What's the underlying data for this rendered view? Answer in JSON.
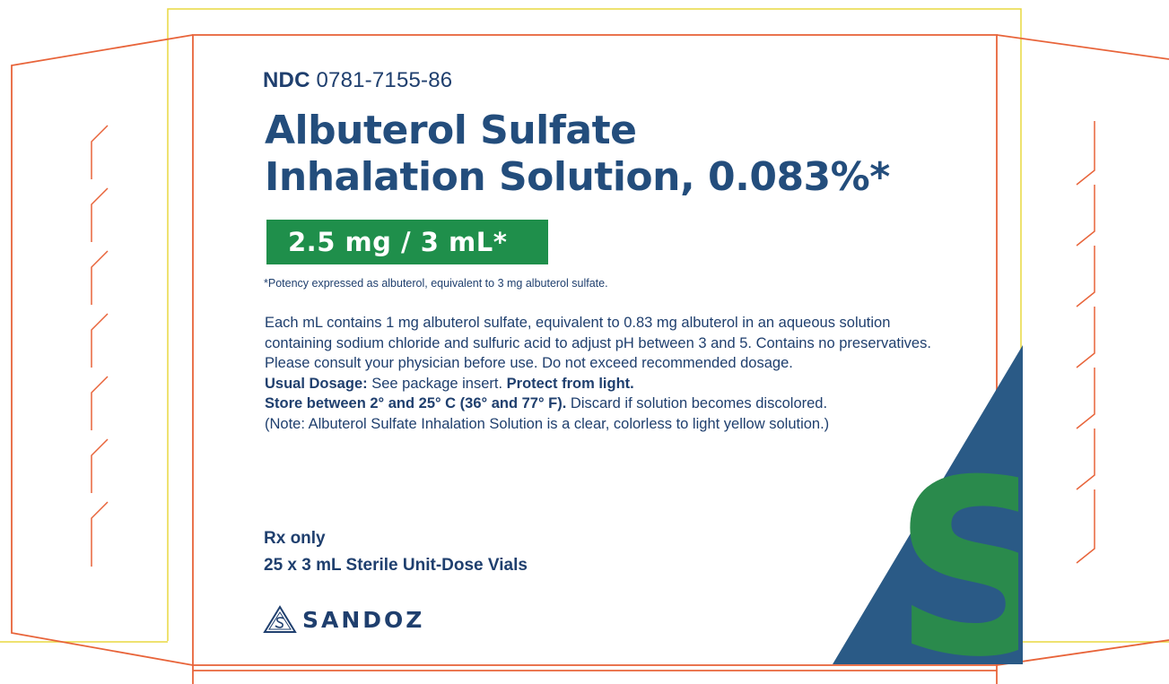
{
  "label": {
    "ndc_label": "NDC",
    "ndc_code": "0781-7155-86",
    "title_line1": "Albuterol Sulfate",
    "title_line2": "Inhalation Solution, 0.083%*",
    "strength": "2.5 mg / 3 mL*",
    "footnote": "*Potency expressed as albuterol, equivalent to 3 mg albuterol sulfate.",
    "composition": "Each mL contains 1 mg albuterol sulfate, equivalent to 0.83 mg albuterol in an aqueous solution containing sodium chloride and sulfuric acid to adjust pH between 3 and 5. Contains no preservatives.",
    "consult": "Please consult your physician before use. Do not exceed recommended dosage.",
    "usual_dosage_label": "Usual Dosage:",
    "usual_dosage_text": "See package insert.",
    "protect": "Protect from light.",
    "store_label": "Store between 2° and 25° C (36° and 77° F).",
    "store_text": "Discard if solution becomes discolored.",
    "note": "(Note: Albuterol Sulfate Inhalation Solution is a clear, colorless to light yellow solution.)",
    "rx_only": "Rx only",
    "vials": "25 x 3 mL Sterile Unit-Dose Vials",
    "brand": "SANDOZ",
    "corner_letter": "S"
  },
  "colors": {
    "navy": "#1f3f6e",
    "title_blue": "#234d7c",
    "green": "#1f8f4b",
    "dieline_red": "#e8643a",
    "dieline_yellow": "#e8d840"
  }
}
